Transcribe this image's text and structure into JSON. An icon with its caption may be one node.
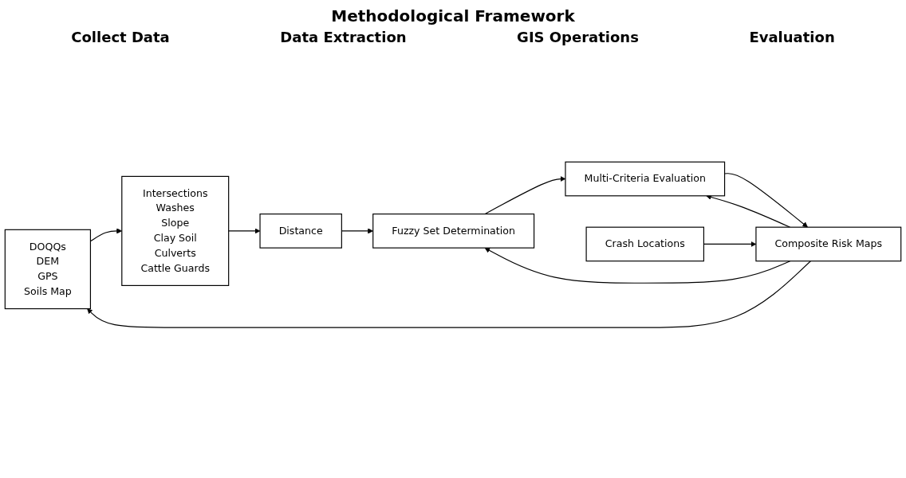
{
  "diagram": {
    "title": "Methodological Framework",
    "nodes": [
      {
        "text": [
          "DOQQs",
          "DEM",
          "GPS",
          "Soils Map"
        ]
      },
      {
        "text": [
          "Intersections",
          "Washes",
          "Slope",
          "Clay Soil",
          "Culverts",
          "Cattle Guards"
        ]
      },
      {
        "text": [
          "Distance"
        ]
      },
      {
        "text": [
          "Fuzzy Set Determination"
        ]
      },
      {
        "text": [
          "Multi-Criteria Evaluation"
        ]
      },
      {
        "text": [
          "Crash Locations"
        ]
      },
      {
        "text": [
          "Composite Risk Maps"
        ]
      }
    ],
    "edges": [
      {
        "from": 0,
        "to": 1,
        "arrow": "to"
      },
      {
        "from": 1,
        "to": 2,
        "arrow": "to"
      },
      {
        "from": 2,
        "to": 3,
        "arrow": "to"
      },
      {
        "from": 3,
        "to": 4,
        "arrow": "to"
      },
      {
        "from": 4,
        "to": 6,
        "arrow": "to"
      },
      {
        "from": 5,
        "to": 6,
        "arrow": "to"
      },
      {
        "from": 6,
        "to": 0,
        "arrow": "to"
      },
      {
        "from": 6,
        "to": 3,
        "arrow": "to"
      },
      {
        "from": 6,
        "to": 4,
        "arrow": "to"
      }
    ],
    "labels": [
      "Collect Data",
      "Data Extraction",
      "GIS Operations",
      "Evaluation"
    ]
  }
}
